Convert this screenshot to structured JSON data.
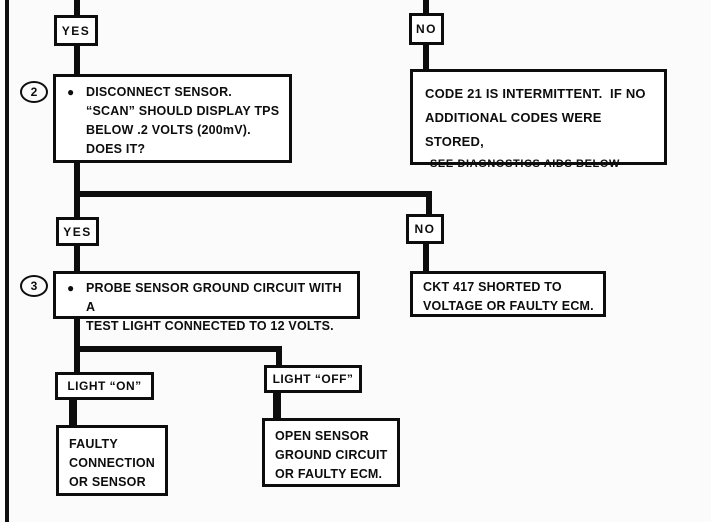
{
  "colors": {
    "ink": "#0d0d0d",
    "paper": "#fbfbfb",
    "box": "#ffffff"
  },
  "flow": {
    "branch1": {
      "yes": "YES",
      "no": "NO"
    },
    "step2": {
      "number": "2",
      "bullet": "●",
      "line1": "DISCONNECT SENSOR.",
      "line2": "“SCAN” SHOULD DISPLAY TPS",
      "line3": "BELOW .2 VOLTS (200mV).",
      "line4": "DOES IT?"
    },
    "code21": {
      "line1": "CODE 21 IS INTERMITTENT.  IF NO",
      "line2": "ADDITIONAL CODES WERE STORED,",
      "line3": "SEE DIAGNOSTICS AIDS BELOW"
    },
    "branch2": {
      "yes": "YES",
      "no": "NO"
    },
    "step3": {
      "number": "3",
      "bullet": "●",
      "line1": "PROBE SENSOR GROUND CIRCUIT WITH A",
      "line2": "TEST LIGHT CONNECTED TO 12 VOLTS."
    },
    "ckt417": {
      "line1": "CKT 417 SHORTED TO",
      "line2": "VOLTAGE OR FAULTY ECM."
    },
    "branch3": {
      "on": "LIGHT “ON”",
      "off": "LIGHT “OFF”"
    },
    "faulty_connection": {
      "line1": "FAULTY",
      "line2": "CONNECTION",
      "line3": "OR SENSOR"
    },
    "open_ground": {
      "line1": "OPEN SENSOR",
      "line2": "GROUND CIRCUIT",
      "line3": "OR FAULTY ECM."
    }
  }
}
